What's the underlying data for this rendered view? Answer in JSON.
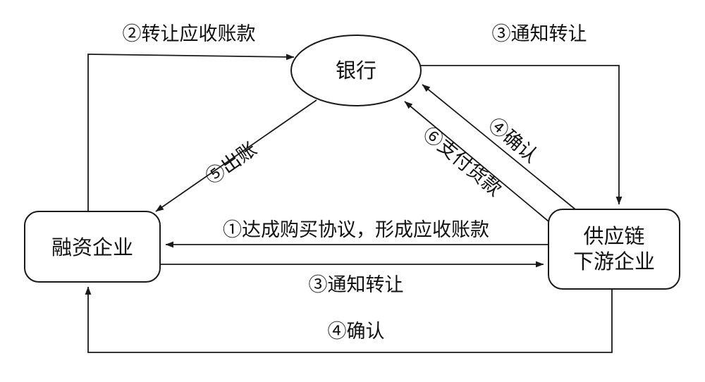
{
  "diagram": {
    "title": "accounts-receivable-financing-flow",
    "colors": {
      "stroke": "#1a1a1a",
      "background": "#ffffff",
      "text": "#111111"
    },
    "nodes": {
      "bank": {
        "label": "银行"
      },
      "financing_company": {
        "label": "融资企业"
      },
      "downstream_company": {
        "label_line1": "供应链",
        "label_line2": "下游企业"
      }
    },
    "edges": {
      "transfer_receivables": {
        "label": "②转让应收账款"
      },
      "notify_transfer_top": {
        "label": "③通知转让"
      },
      "confirm_diagonal": {
        "label": "④确认"
      },
      "pay_for_goods": {
        "label": "⑥支付货款"
      },
      "disburse_funds": {
        "label": "⑤出账"
      },
      "purchase_agreement": {
        "label": "①达成购买协议，形成应收账款"
      },
      "notify_transfer_bottom": {
        "label": "③通知转让"
      },
      "confirm_bottom": {
        "label": "④确认"
      }
    }
  }
}
